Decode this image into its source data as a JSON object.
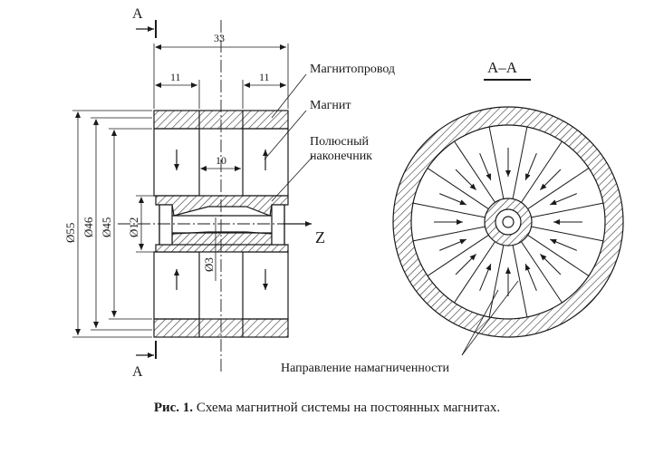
{
  "section": {
    "left_letter": "A",
    "right_title": "A–A"
  },
  "dimensions": {
    "total_length": "33",
    "left_magnet": "11",
    "right_magnet": "11",
    "gap": "10",
    "d55": "Ø55",
    "d46": "Ø46",
    "d45": "Ø45",
    "d12": "Ø12",
    "d3": "Ø3"
  },
  "axis": {
    "label": "Z"
  },
  "labels": {
    "yoke": "Магнитопровод",
    "magnet": "Магнит",
    "pole_line1": "Полюсный",
    "pole_line2": "наконечник",
    "magnetization": "Направление намагниченности"
  },
  "caption": {
    "number": "Рис. 1.",
    "text": "Схема магнитной системы на постоянных магнитах."
  }
}
